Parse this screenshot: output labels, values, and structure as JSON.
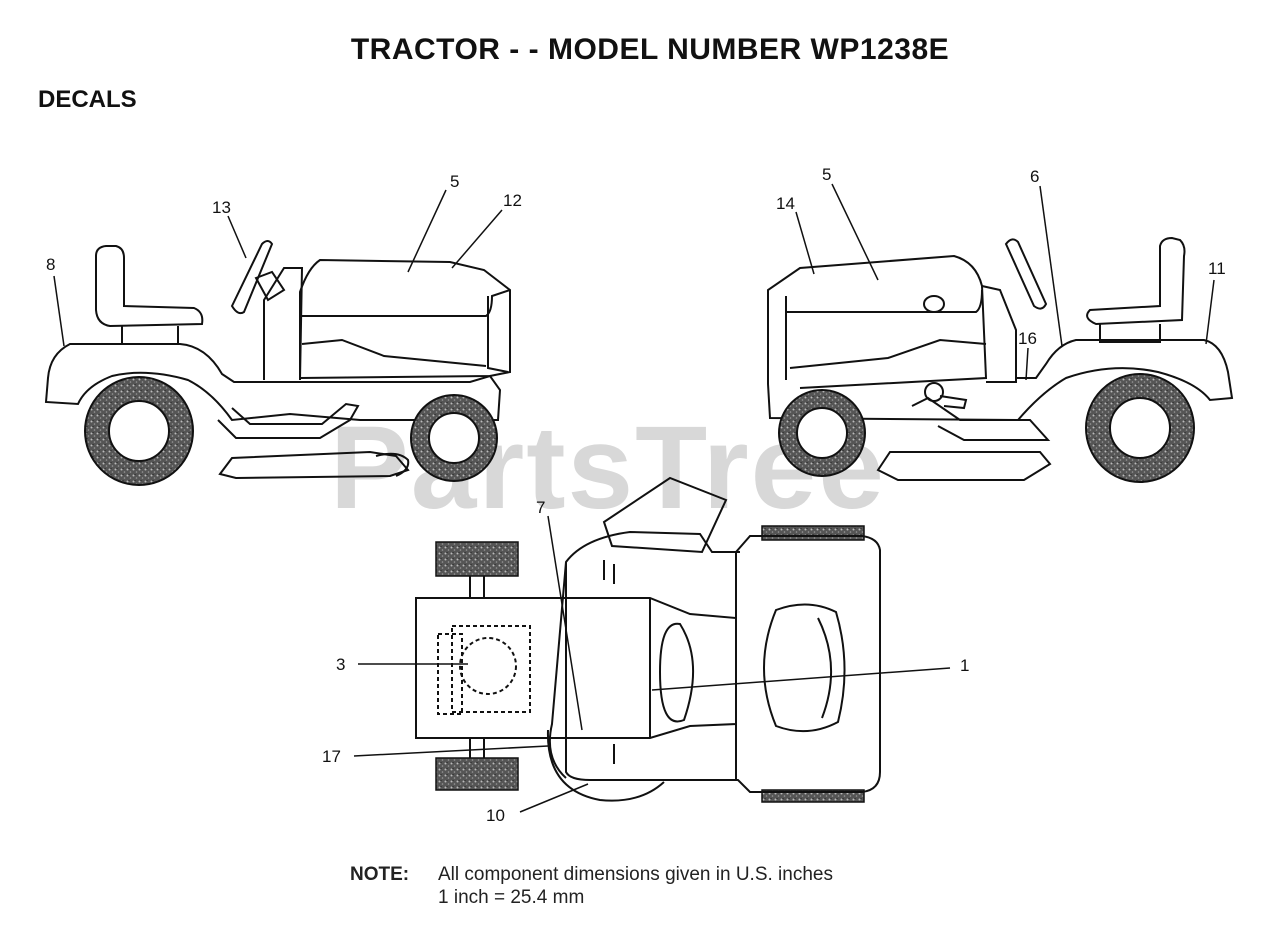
{
  "title": "TRACTOR - - MODEL NUMBER WP1238E",
  "section": "DECALS",
  "watermark": "PartsTree",
  "callouts": {
    "left": [
      "13",
      "5",
      "12",
      "8"
    ],
    "right": [
      "14",
      "5",
      "6",
      "11",
      "16"
    ],
    "top": [
      "7",
      "3",
      "1",
      "17",
      "10"
    ]
  },
  "note": {
    "label": "NOTE:",
    "line1": "All component dimensions given in U.S. inches",
    "line2": "1 inch = 25.4 mm"
  }
}
